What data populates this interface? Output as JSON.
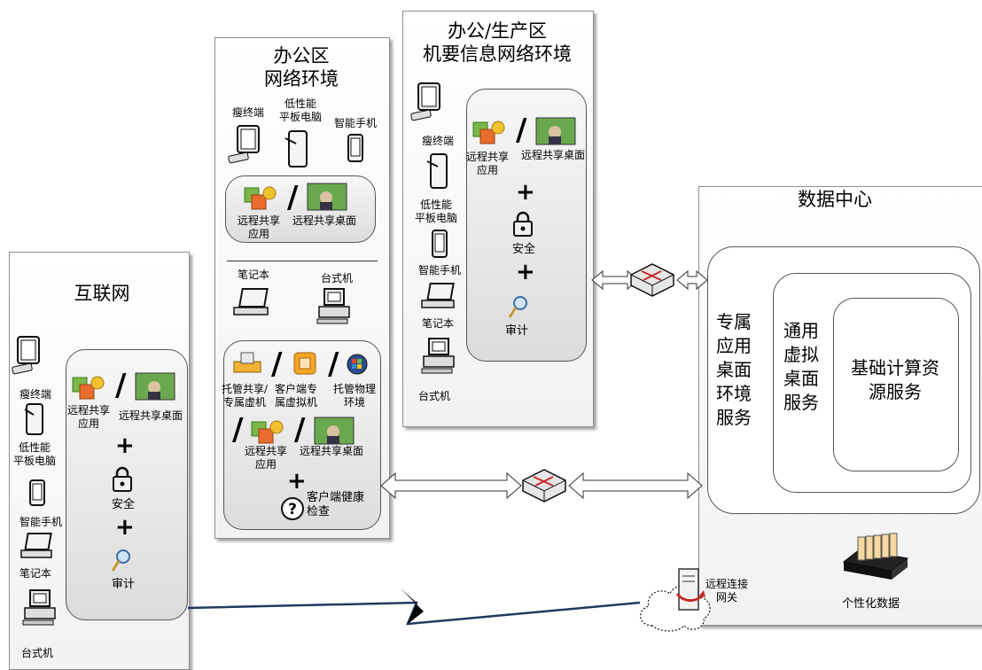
{
  "internet": {
    "title": "互联网",
    "devices": [
      "瘦终端",
      "低性能\n平板电脑",
      "智能手机",
      "笔记本",
      "台式机"
    ],
    "remote_app": "远程共享\n应用",
    "remote_desktop": "远程共享桌面",
    "security": "安全",
    "audit": "审计"
  },
  "office": {
    "title": "办公区\n网络环境",
    "devices_top": [
      "瘦终端",
      "低性能\n平板电脑",
      "智能手机"
    ],
    "remote_app": "远程共享\n应用",
    "remote_desktop": "远程共享桌面",
    "devices_bottom": [
      "笔记本",
      "台式机"
    ],
    "hosted": [
      "托管共享/\n专属虚机",
      "客户端专\n属虚拟机",
      "托管物理\n环境"
    ],
    "remote_app2": "远程共享\n应用",
    "remote_desktop2": "远程共享桌面",
    "health_check": "客户端健康\n检查"
  },
  "classified": {
    "title": "办公/生产区\n机要信息网络环境",
    "devices": [
      "瘦终端",
      "低性能\n平板电脑",
      "智能手机",
      "笔记本",
      "台式机"
    ],
    "remote_app": "远程共享\n应用",
    "remote_desktop": "远程共享桌面",
    "security": "安全",
    "audit": "审计"
  },
  "datacenter": {
    "title": "数据中心",
    "dedicated": "专属\n应用\n桌面\n环境\n服务",
    "general": "通用\n虚拟\n桌面\n服务",
    "basic": "基础计算资\n源服务",
    "gateway": "远程连接\n网关",
    "personal_data": "个性化数据"
  }
}
